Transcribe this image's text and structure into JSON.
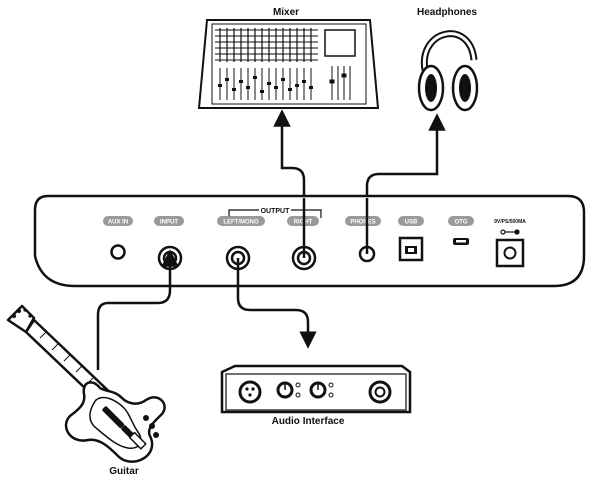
{
  "devices": {
    "mixer": "Mixer",
    "headphones": "Headphones",
    "audio_interface": "Audio Interface",
    "guitar": "Guitar"
  },
  "panel": {
    "output_group": "OUTPUT",
    "jacks": {
      "aux_in": "AUX IN",
      "input": "INPUT",
      "left_mono": "LEFT/MONO",
      "right": "RIGHT",
      "phones": "PHONES",
      "usb": "USB",
      "otg": "OTG",
      "power": "9V/PS/500MA"
    }
  },
  "colors": {
    "line": "#111111",
    "pill": "#9a9a9a",
    "body": "#ffffff"
  }
}
